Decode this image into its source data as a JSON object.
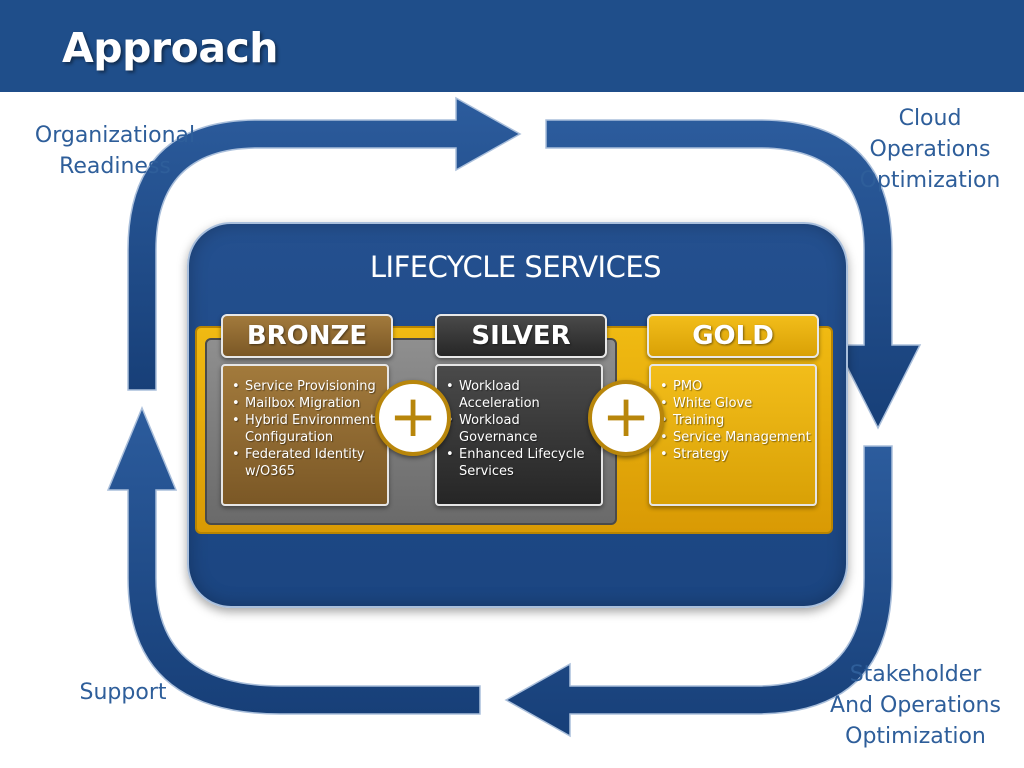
{
  "slide": {
    "title": "Approach"
  },
  "cycle": {
    "organizational": "Organizational\nReadiness",
    "cloud": "Cloud\nOperations\nOptimization",
    "stakeholder": "Stakeholder\nAnd Operations\nOptimization",
    "support": "Support"
  },
  "panel": {
    "title": "LIFECYCLE SERVICES"
  },
  "tiers": {
    "bronze": {
      "label": "BRONZE",
      "items": [
        "Service Provisioning",
        "Mailbox Migration",
        "Hybrid Environment Configuration",
        "Federated Identity w/O365"
      ]
    },
    "silver": {
      "label": "SILVER",
      "items": [
        "Workload Acceleration",
        "Workload Governance",
        "Enhanced Lifecycle Services"
      ]
    },
    "gold": {
      "label": "GOLD",
      "items": [
        "PMO",
        "White Glove",
        "Training",
        "Service Management",
        "Strategy"
      ]
    }
  },
  "symbols": {
    "plus": "+"
  },
  "colors": {
    "header": "#1f4e8a",
    "arrow": "#1f4e8a",
    "gold": "#e8a90c",
    "bronze": "#8b6530",
    "silver": "#3a3a3a"
  }
}
